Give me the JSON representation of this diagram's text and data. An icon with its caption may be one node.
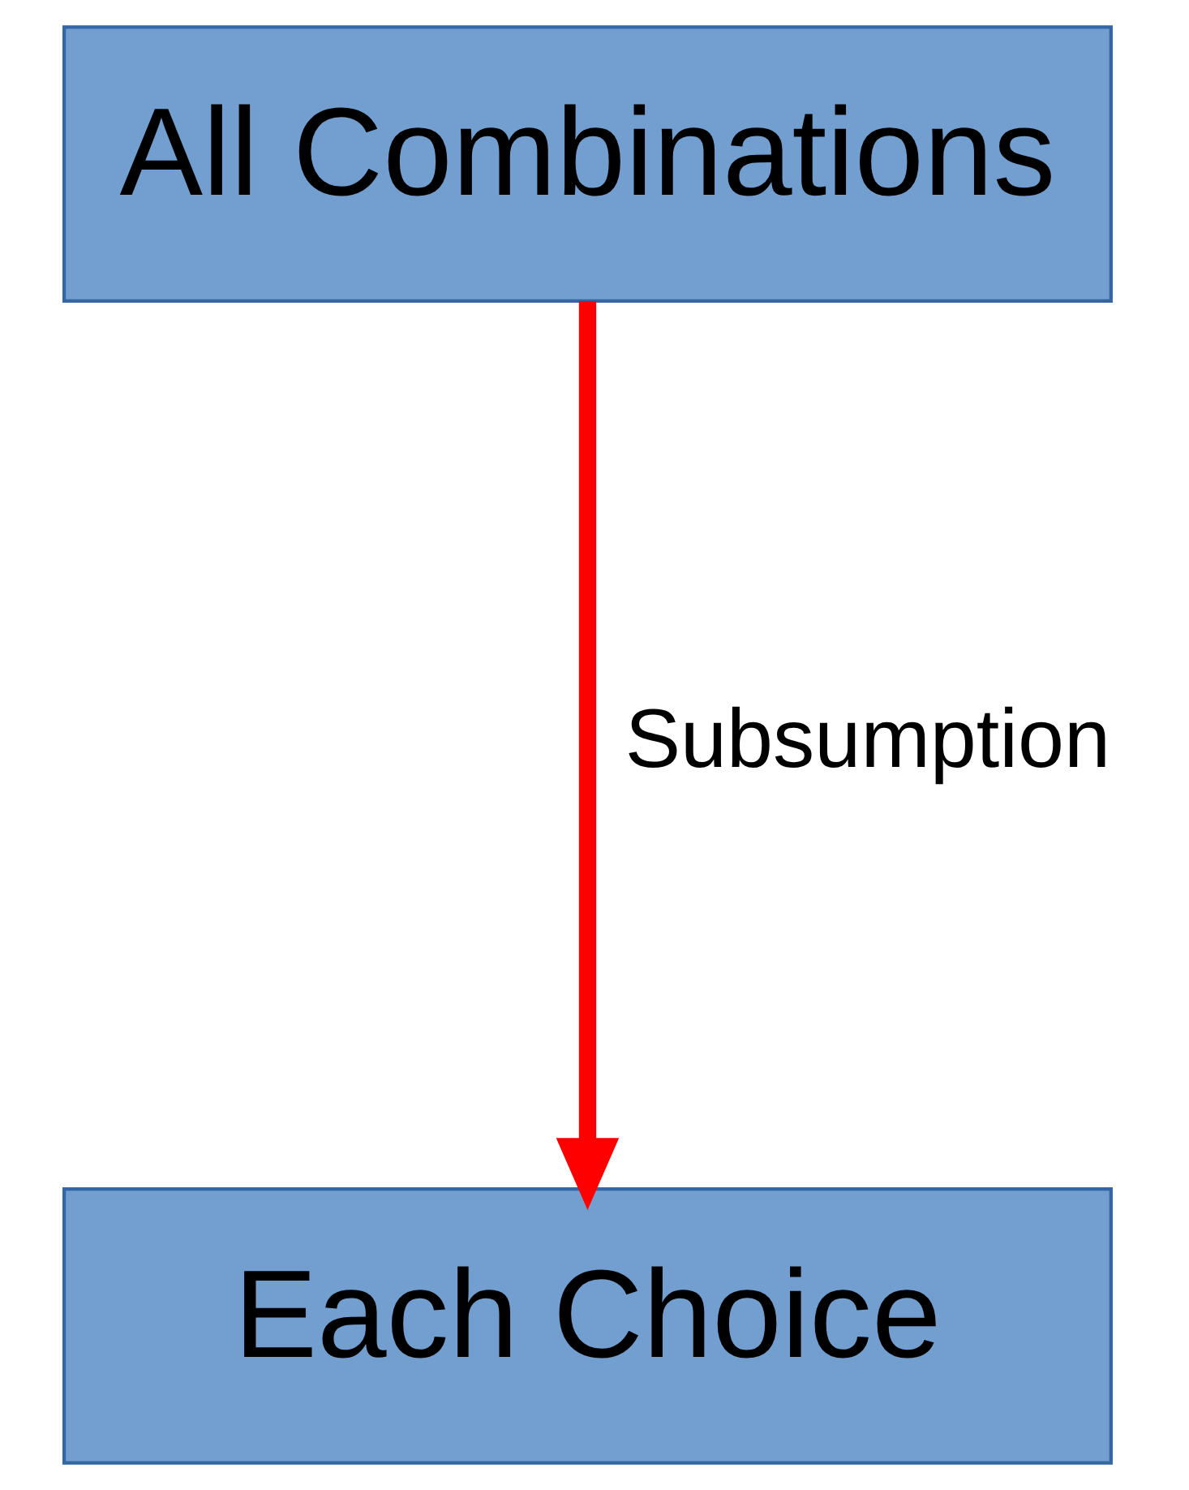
{
  "diagram": {
    "nodes": [
      {
        "text": [
          "All Combinations"
        ]
      },
      {
        "text": [
          "Each Choice"
        ]
      }
    ],
    "edges": [
      {
        "from": 0,
        "to": 1,
        "arrow": "to",
        "label": "Subsumption",
        "color": "#ff0000"
      }
    ]
  }
}
